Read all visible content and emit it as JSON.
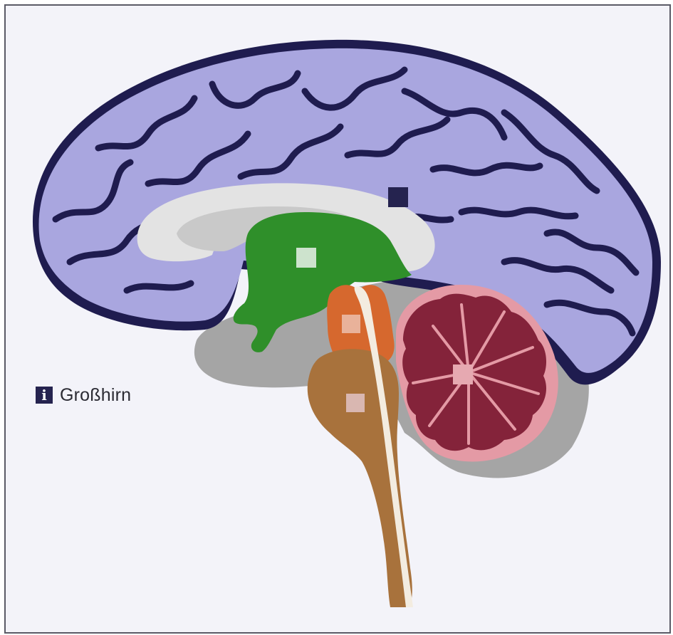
{
  "legend": {
    "icon": "info-icon",
    "icon_glyph": "i",
    "label": "Großhirn"
  },
  "regions": [
    {
      "name": "cerebrum",
      "marker_color": "#25234f"
    },
    {
      "name": "diencephalon",
      "marker_color": "#cde3cd"
    },
    {
      "name": "midbrain",
      "marker_color": "#e9b29a"
    },
    {
      "name": "brainstem",
      "marker_color": "#d9b7b1"
    },
    {
      "name": "cerebellum",
      "marker_color": "#e6a9b1"
    }
  ],
  "colors": {
    "background": "#f3f3f9",
    "cerebrum": "#a9a6df",
    "sulci": "#1f1c4f",
    "corpus_callosum": "#e3e3e3",
    "ventricle": "#c9c9c9",
    "underlay": "#a5a5a5",
    "diencephalon": "#2f8f2a",
    "midbrain": "#d6682e",
    "brainstem": "#a8723c",
    "cerebellum": "#84233a",
    "cerebellum_rim": "#e49aa5"
  }
}
